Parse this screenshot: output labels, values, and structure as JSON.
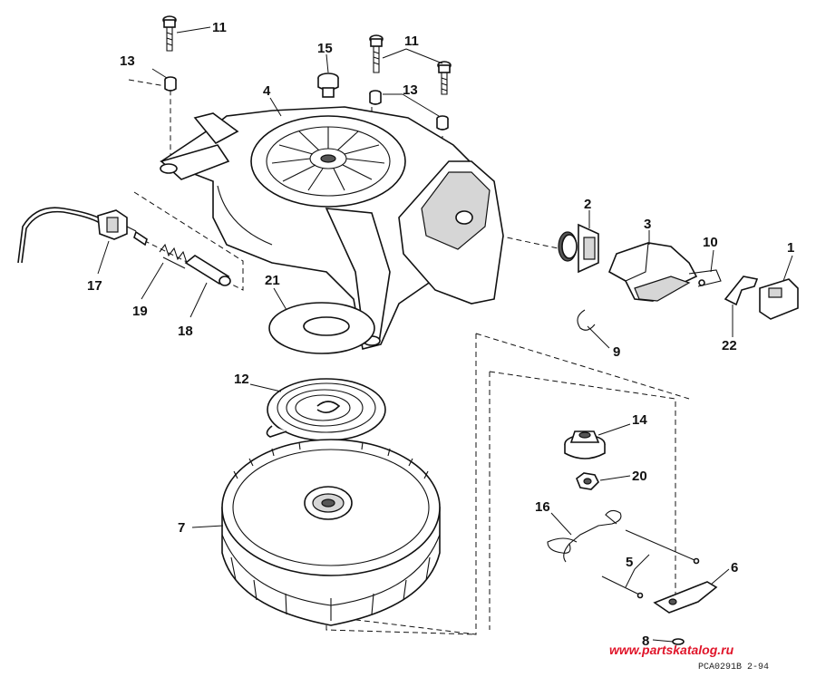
{
  "diagram": {
    "callouts": [
      {
        "id": "c11a",
        "text": "11"
      },
      {
        "id": "c13a",
        "text": "13"
      },
      {
        "id": "c15",
        "text": "15"
      },
      {
        "id": "c11b",
        "text": "11"
      },
      {
        "id": "c4",
        "text": "4"
      },
      {
        "id": "c13b",
        "text": "13"
      },
      {
        "id": "c2",
        "text": "2"
      },
      {
        "id": "c3",
        "text": "3"
      },
      {
        "id": "c10",
        "text": "10"
      },
      {
        "id": "c1",
        "text": "1"
      },
      {
        "id": "c17",
        "text": "17"
      },
      {
        "id": "c19",
        "text": "19"
      },
      {
        "id": "c18",
        "text": "18"
      },
      {
        "id": "c21",
        "text": "21"
      },
      {
        "id": "c22",
        "text": "22"
      },
      {
        "id": "c9",
        "text": "9"
      },
      {
        "id": "c12",
        "text": "12"
      },
      {
        "id": "c14",
        "text": "14"
      },
      {
        "id": "c20",
        "text": "20"
      },
      {
        "id": "c7",
        "text": "7"
      },
      {
        "id": "c16",
        "text": "16"
      },
      {
        "id": "c5",
        "text": "5"
      },
      {
        "id": "c6",
        "text": "6"
      },
      {
        "id": "c8",
        "text": "8"
      }
    ],
    "drawing_code": "PCA0291B  2-94",
    "watermark": "www.partskatalog.ru",
    "colors": {
      "ink": "#111111",
      "watermark": "#e0152a"
    }
  }
}
